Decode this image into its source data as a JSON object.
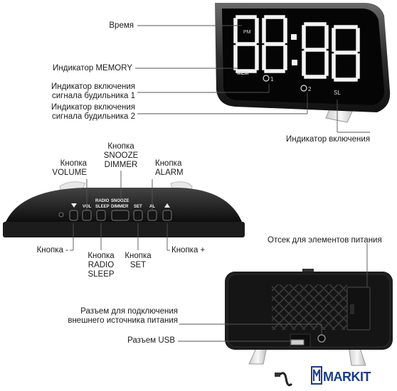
{
  "front": {
    "labels": {
      "time": "Время",
      "memory": "Индикатор MEMORY",
      "alarm1_l1": "Индикатор включения",
      "alarm1_l2": "сигнала будильника 1",
      "alarm2_l1": "Индикатор включения",
      "alarm2_l2": "сигнала будильника 2",
      "power": "Индикатор включения"
    },
    "display": {
      "digits": "88:88",
      "pm": "PM",
      "mem": "MEM",
      "alarm1_num": "1",
      "alarm2_num": "2",
      "sl": "SL"
    }
  },
  "top_panel": {
    "labels": {
      "volume_l1": "Кнопка",
      "volume_l2": "VOLUME",
      "snooze_l1": "Кнопка",
      "snooze_l2": "SNOOZE",
      "snooze_l3": "DIMMER",
      "alarm_l1": "Кнопка",
      "alarm_l2": "ALARM",
      "minus": "Кнопка -",
      "radio_l1": "Кнопка",
      "radio_l2": "RADIO",
      "radio_l3": "SLEEP",
      "set_l1": "Кнопка",
      "set_l2": "SET",
      "plus": "Кнопка +"
    },
    "panel": {
      "vol": "VOL",
      "radio": "RADIO",
      "sleep": "SLEEP",
      "snooze": "SNOOZE",
      "dimmer": "DIMMER",
      "set": "SET",
      "al": "AL"
    }
  },
  "back": {
    "labels": {
      "battery": "Отсек для элементов питания",
      "power_jack_l1": "Разъем для подключения",
      "power_jack_l2": "внешнего источника питания",
      "usb": "Разъем USB"
    }
  },
  "watermark": {
    "brand": "MARKIT"
  }
}
